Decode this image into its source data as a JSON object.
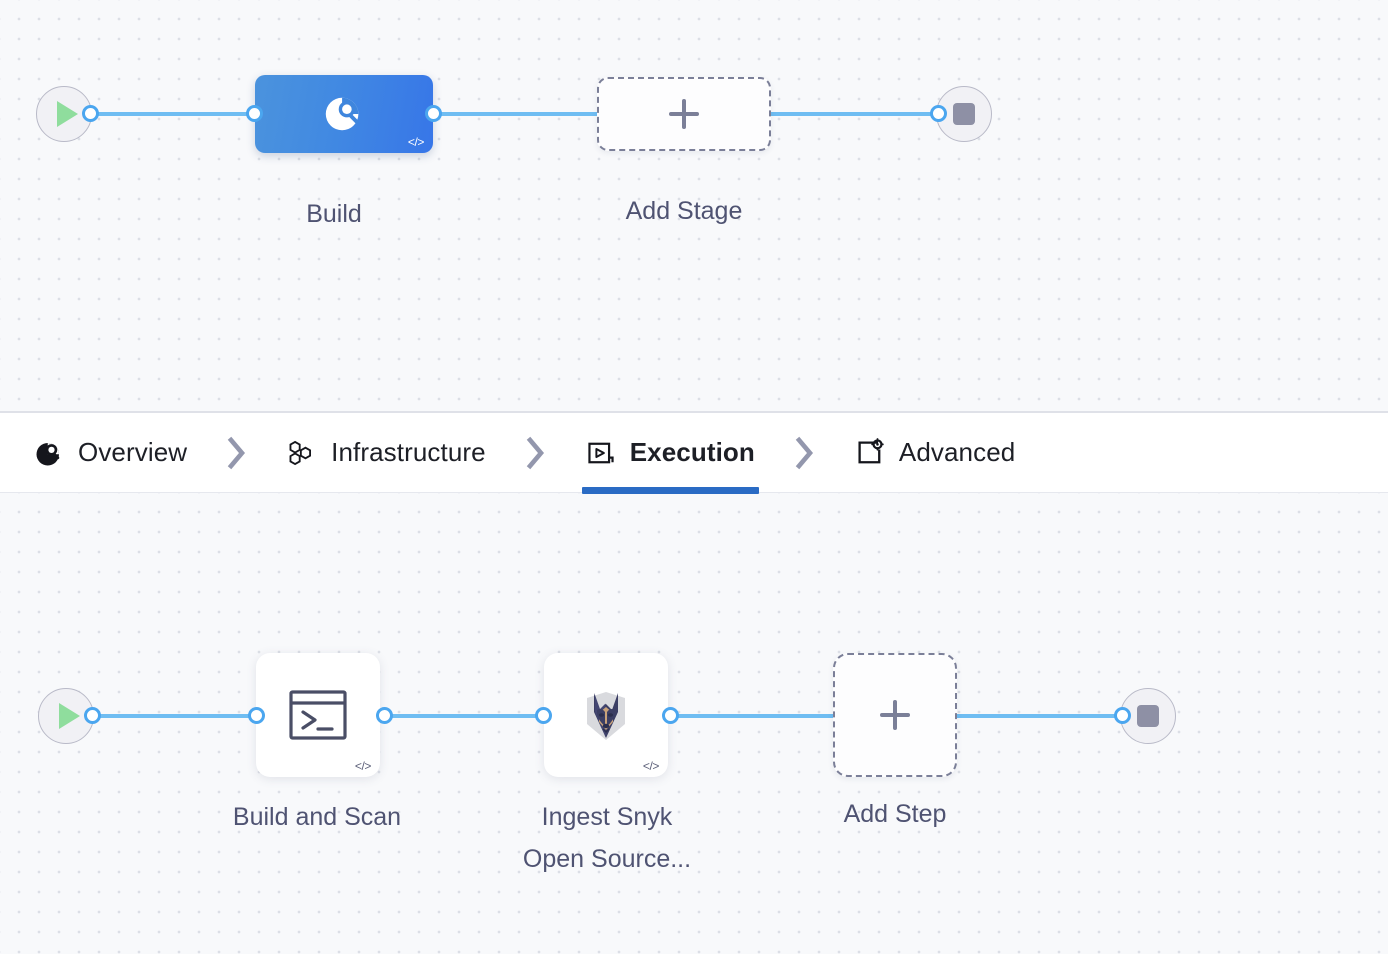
{
  "stage_graph": {
    "start_node": {
      "icon": "play-icon",
      "name": "start"
    },
    "end_node": {
      "icon": "stop-icon",
      "name": "end"
    },
    "nodes": [
      {
        "id": "build",
        "label": "Build",
        "icon": "build-target-icon",
        "badge": "</>",
        "selected": true
      },
      {
        "id": "add-stage",
        "label": "Add Stage",
        "icon": "plus-icon",
        "selected": false
      }
    ]
  },
  "tabs": {
    "items": [
      {
        "id": "overview",
        "label": "Overview",
        "icon": "overview-circle-icon",
        "active": false
      },
      {
        "id": "infrastructure",
        "label": "Infrastructure",
        "icon": "hexagon-cells-icon",
        "active": false
      },
      {
        "id": "execution",
        "label": "Execution",
        "icon": "play-box-icon",
        "active": true
      },
      {
        "id": "advanced",
        "label": "Advanced",
        "icon": "square-gear-icon",
        "active": false
      }
    ],
    "separator_icon": "chevron-right-icon",
    "active_underline_color": "#2a6bc4"
  },
  "step_graph": {
    "start_node": {
      "icon": "play-icon",
      "name": "start"
    },
    "end_node": {
      "icon": "stop-icon",
      "name": "end"
    },
    "nodes": [
      {
        "id": "build-and-scan",
        "label": "Build and Scan",
        "icon": "terminal-icon",
        "badge": "</>"
      },
      {
        "id": "ingest-snyk",
        "label": "Ingest Snyk\nOpen Source...",
        "icon": "snyk-dog-icon",
        "badge": "</>"
      },
      {
        "id": "add-step",
        "label": "Add Step",
        "icon": "plus-icon"
      }
    ]
  },
  "colors": {
    "canvas_bg": "#f8f9fb",
    "grid_dot": "#dcdfe6",
    "link": "#6fbdf2",
    "port_ring": "#4ba6ef",
    "selected_node_from": "#4b93dd",
    "selected_node_to": "#3776e8",
    "terminus_bg": "#f1f1f5",
    "play_green": "#8fdd9d",
    "stop_gray": "#8e90a5",
    "caption_text": "#4f5372",
    "dashed_border": "#7b7f98",
    "tab_text": "#1d1f26",
    "tab_active_underline": "#2a6bc4"
  }
}
